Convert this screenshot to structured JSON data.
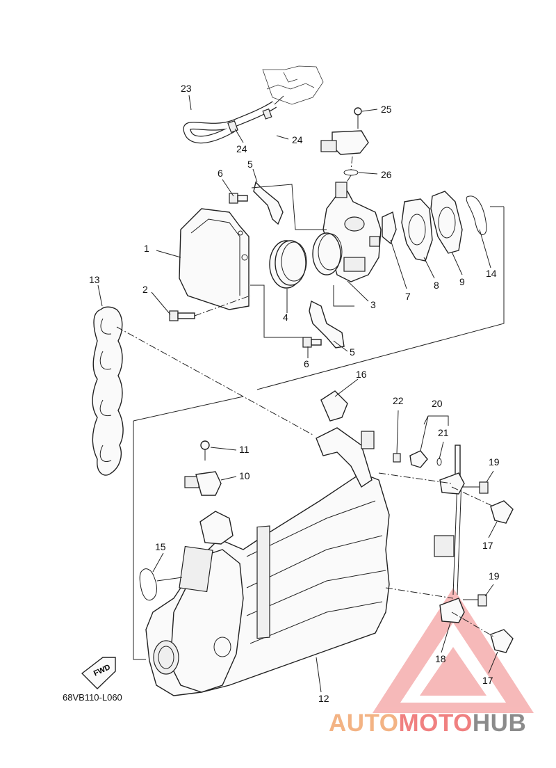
{
  "diagram_code": "68VB110-L060",
  "fwd_label": "FWD",
  "callouts": [
    "1",
    "2",
    "3",
    "4",
    "5",
    "5",
    "6",
    "6",
    "7",
    "8",
    "9",
    "10",
    "11",
    "12",
    "13",
    "14",
    "15",
    "16",
    "17",
    "17",
    "18",
    "19",
    "19",
    "20",
    "21",
    "22",
    "23",
    "24",
    "24",
    "25",
    "26"
  ],
  "watermark": {
    "part1": "AUTO",
    "part2": "MOTO",
    "part3": "HUB"
  },
  "colors": {
    "line": "#222222",
    "watermark_orange": "#f3b384",
    "watermark_red": "#f08080",
    "watermark_gray": "#8b8b8b"
  }
}
